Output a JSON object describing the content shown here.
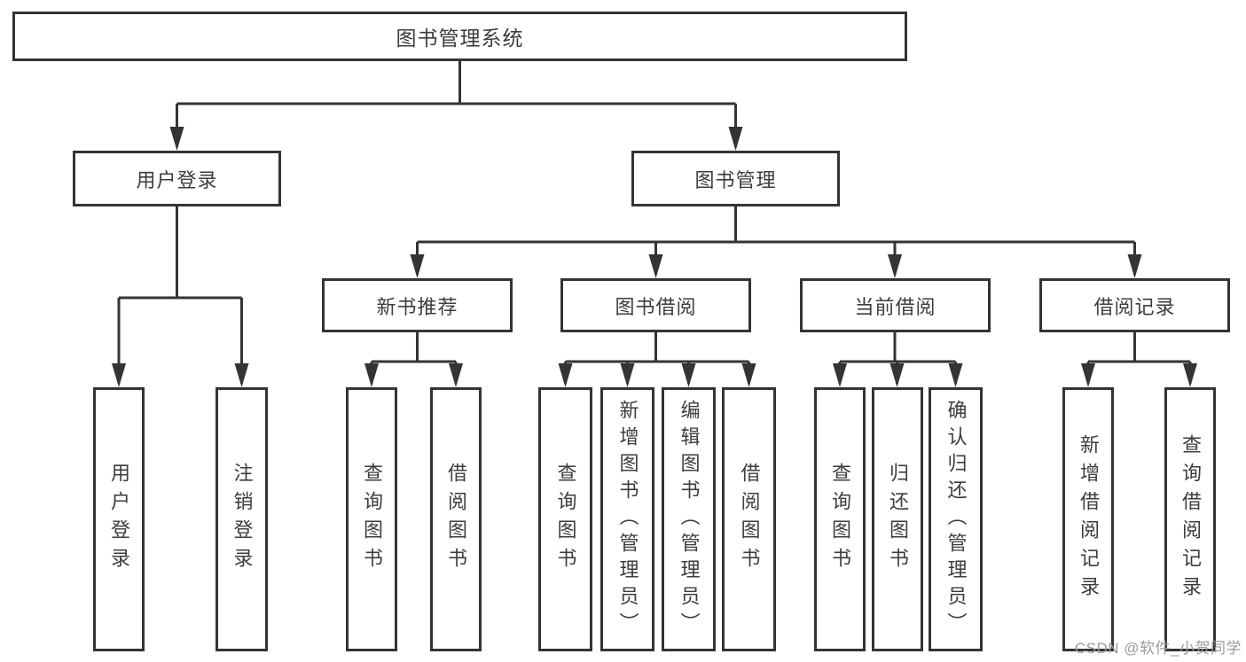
{
  "diagram": {
    "type": "tree-structure-chart",
    "colors": {
      "line": "#343434",
      "box_border": "#343434",
      "text": "#3d3d3d",
      "background": "#ffffff",
      "watermark": "#9b9b9b"
    },
    "tree": {
      "label": "图书管理系统",
      "children": [
        {
          "label": "用户登录",
          "children": [
            {
              "label": "用户登录"
            },
            {
              "label": "注销登录"
            }
          ]
        },
        {
          "label": "图书管理",
          "children": [
            {
              "label": "新书推荐",
              "children": [
                {
                  "label": "查询图书"
                },
                {
                  "label": "借阅图书"
                }
              ]
            },
            {
              "label": "图书借阅",
              "children": [
                {
                  "label": "查询图书"
                },
                {
                  "label": "新增图书（管理员）"
                },
                {
                  "label": "编辑图书（管理员）"
                },
                {
                  "label": "借阅图书"
                }
              ]
            },
            {
              "label": "当前借阅",
              "children": [
                {
                  "label": "查询图书"
                },
                {
                  "label": "归还图书"
                },
                {
                  "label": "确认归还（管理员）"
                }
              ]
            },
            {
              "label": "借阅记录",
              "children": [
                {
                  "label": "新增借阅记录"
                },
                {
                  "label": "查询借阅记录"
                }
              ]
            }
          ]
        }
      ]
    },
    "watermark": "CSDN @软件_小贺同学"
  }
}
